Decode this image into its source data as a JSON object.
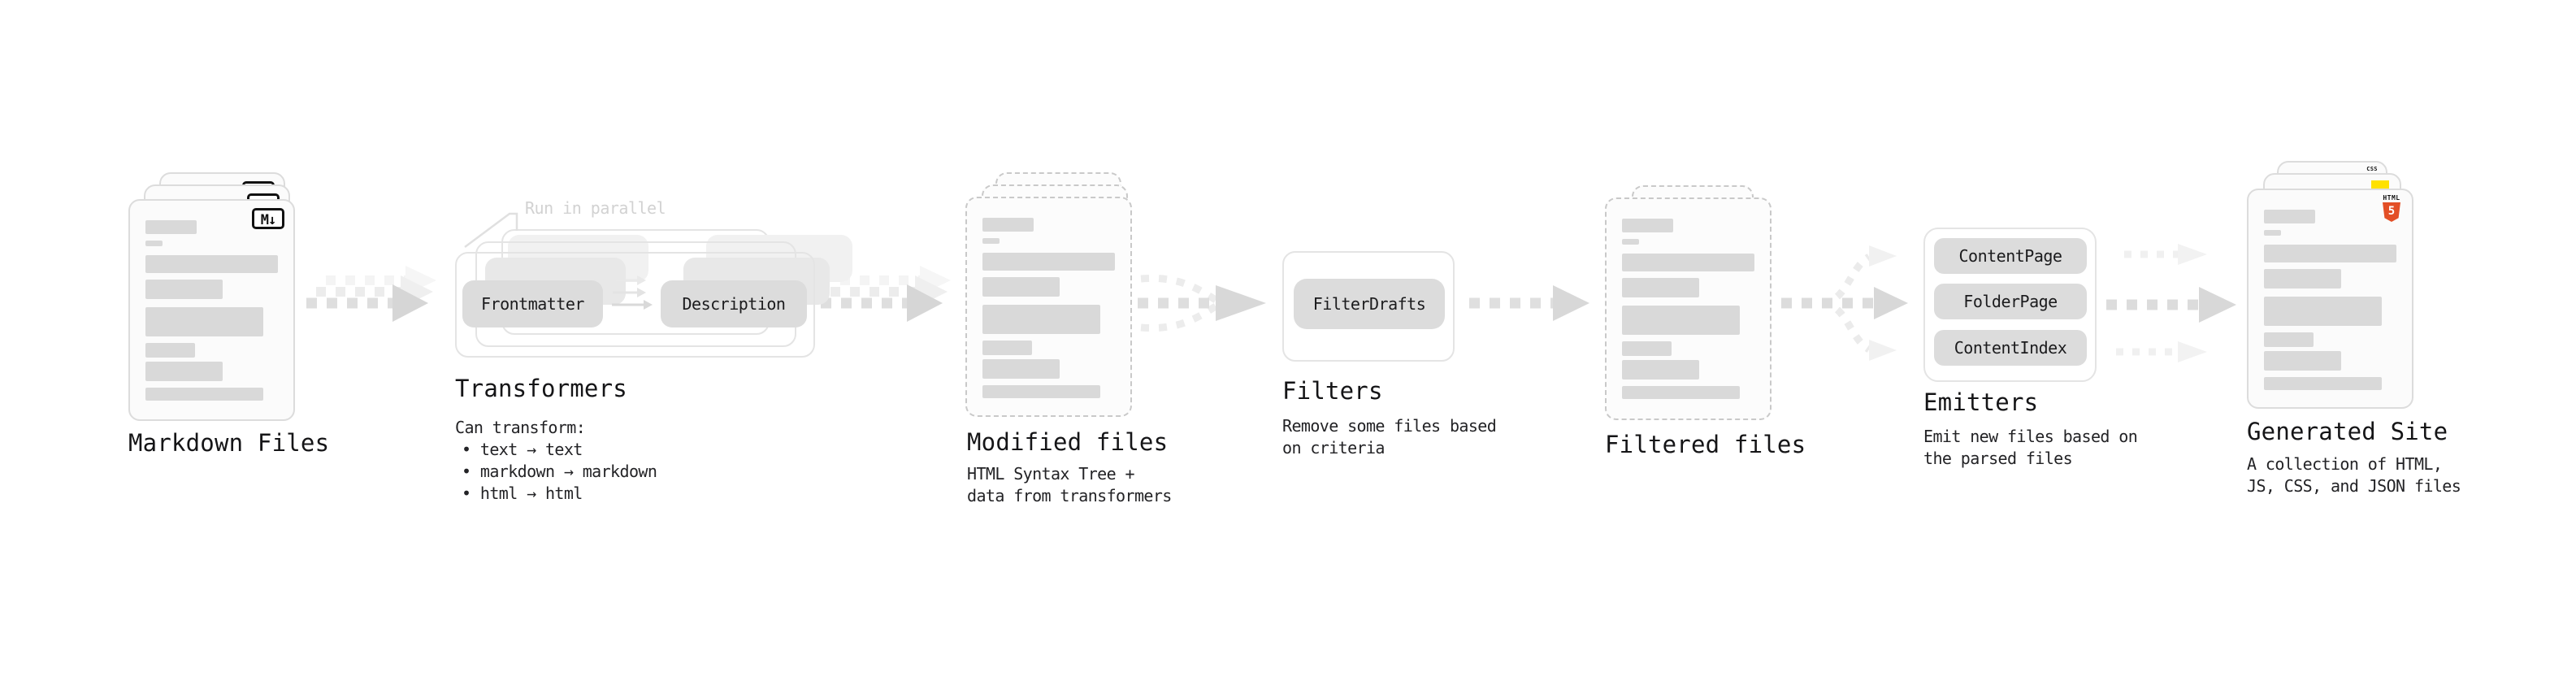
{
  "markdown": {
    "label": "Markdown Files",
    "icon_text": "M↓"
  },
  "transformers": {
    "annotation": "Run in parallel",
    "node_left": "Frontmatter",
    "node_right": "Description",
    "title": "Transformers",
    "subtitle": "Can transform:",
    "bullets": [
      "• text → text",
      "• markdown → markdown",
      "• html → html"
    ]
  },
  "modified": {
    "label": "Modified files",
    "description": [
      "HTML Syntax Tree +",
      "data from transformers"
    ]
  },
  "filters": {
    "title": "Filters",
    "node": "FilterDrafts",
    "description": [
      "Remove some files based",
      "on criteria"
    ]
  },
  "filtered": {
    "label": "Filtered files"
  },
  "emitters": {
    "title": "Emitters",
    "nodes": [
      "ContentPage",
      "FolderPage",
      "ContentIndex"
    ],
    "description": [
      "Emit new files based on",
      "the parsed files"
    ]
  },
  "generated": {
    "label": "Generated Site",
    "description": [
      "A collection of HTML,",
      "JS, CSS, and JSON files"
    ],
    "badges": {
      "css": "CSS",
      "html_word": "HTML",
      "html_five": "5"
    }
  },
  "colors": {
    "html5_orange": "#e34f26",
    "js_yellow": "#ffe100",
    "css_blue": "#2b6be8",
    "chip_gray": "#dcdcdc",
    "bar_gray": "#d9d9d9"
  }
}
